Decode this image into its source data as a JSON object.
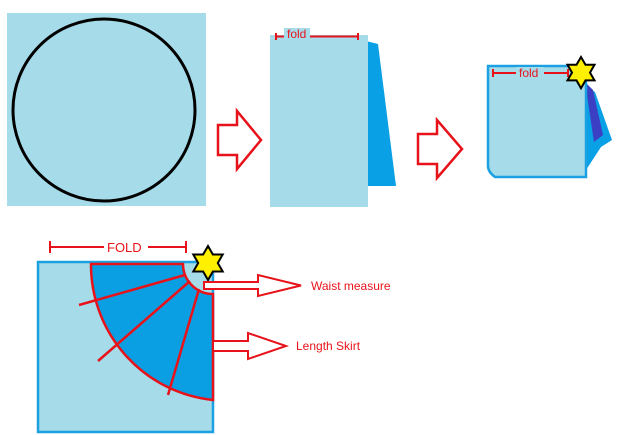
{
  "labels": {
    "fold_step2": "fold",
    "fold_step3": "fold",
    "fold_final": "FOLD",
    "waist": "Waist measure",
    "length": "Length Skirt"
  },
  "colors": {
    "paper": "#a6dbe9",
    "paper_edge": "#1ba1e2",
    "fold_layer": "#0aa0e6",
    "fold_layer_dark": "#3b3fc4",
    "cut_fill": "#0a9fe2",
    "arrow": "#e8131a",
    "marker": "#e8131a",
    "star": "#ffef00",
    "circle_outline": "#000000"
  },
  "icons": {
    "step_arrow": "right-arrow-outline-icon",
    "pin": "yellow-star-icon"
  }
}
